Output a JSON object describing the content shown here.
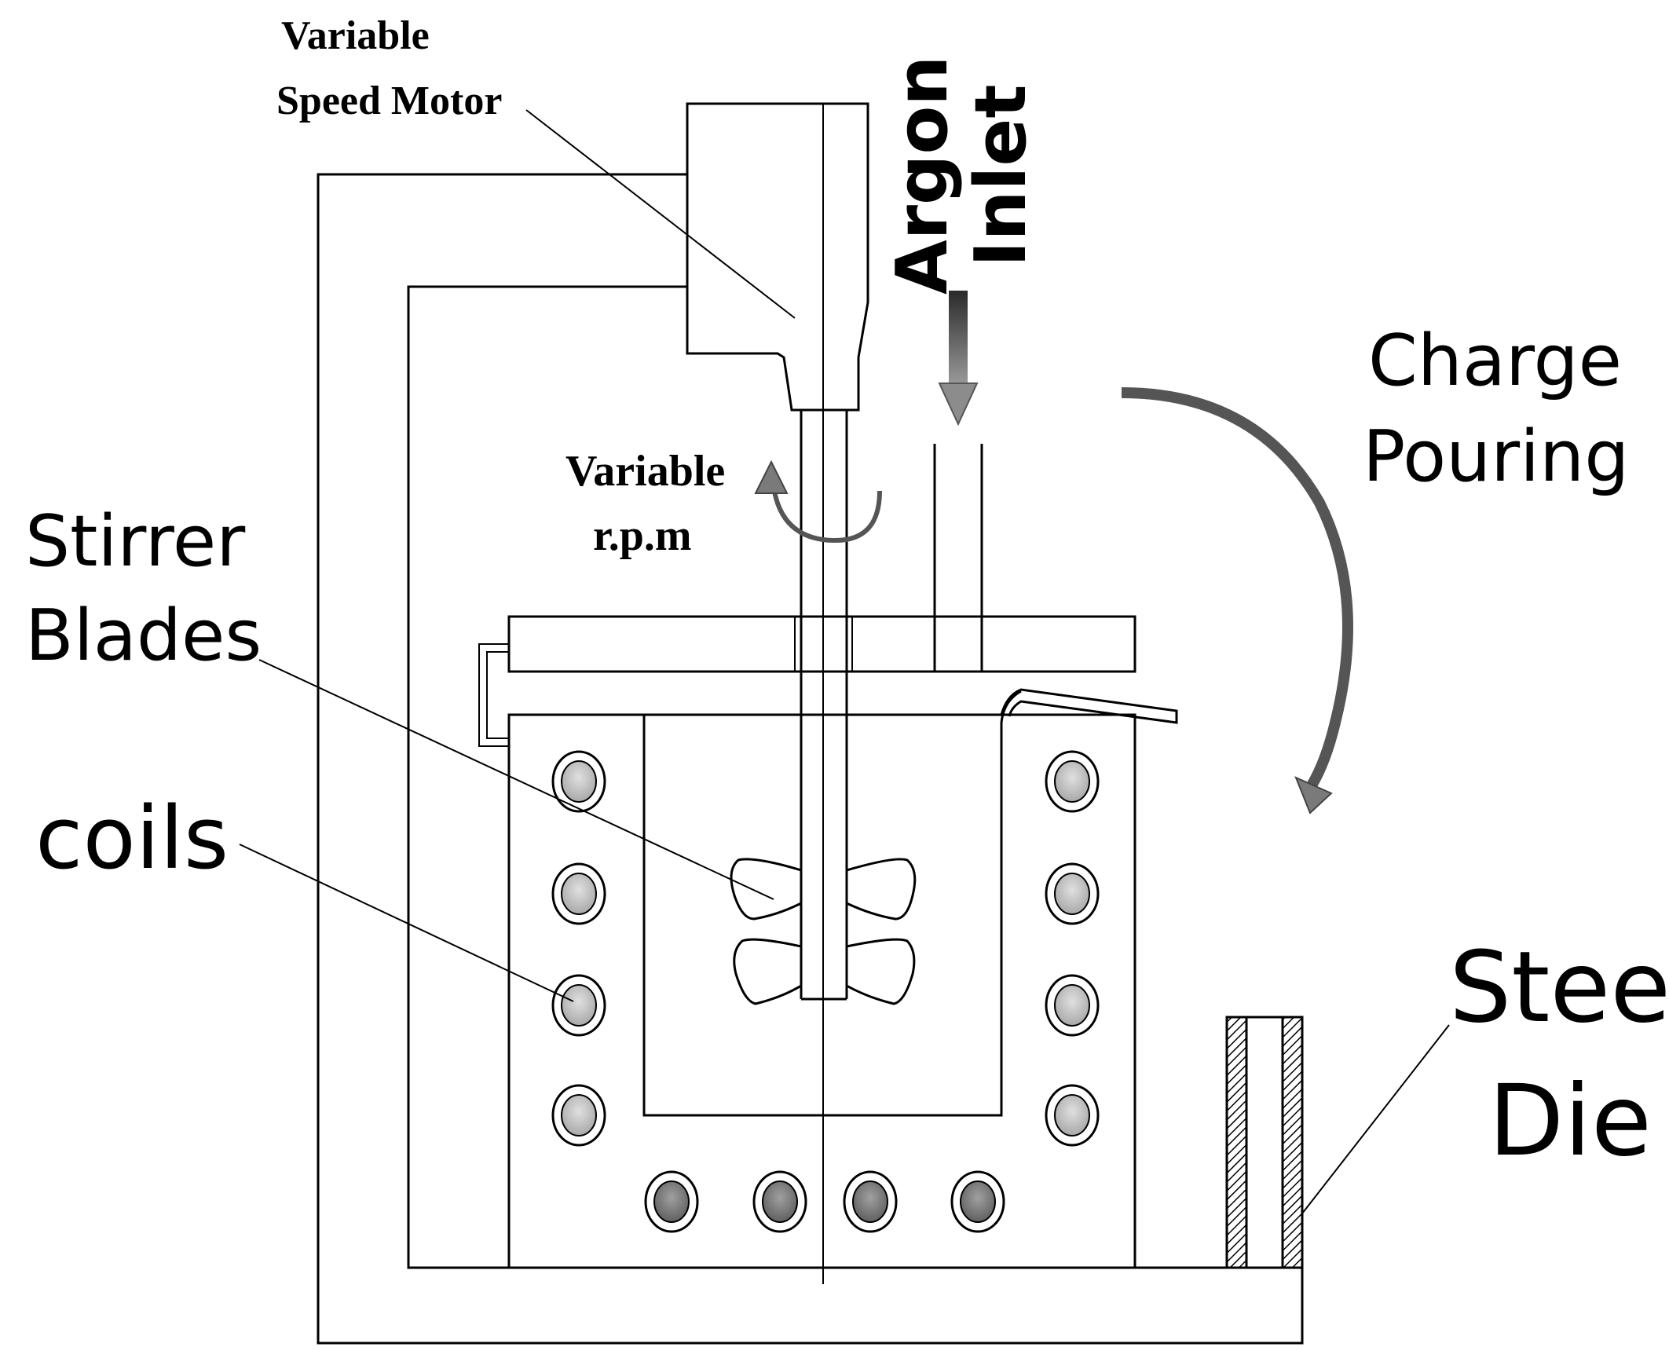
{
  "labels": {
    "motor_line1": "Variable",
    "motor_line2": "Speed Motor",
    "argon_line1": "Argon",
    "argon_line2": "Inlet",
    "charge_line1": "Charge",
    "charge_line2": "Pouring",
    "rpm_line1": "Variable",
    "rpm_line2": "r.p.m",
    "stirrer_line1": "Stirrer",
    "stirrer_line2": "Blades",
    "coils": "coils",
    "die_line1": "Steel",
    "die_line2": "Die"
  },
  "colors": {
    "stroke": "#000000",
    "coil_inner_light": "#c8c8c8",
    "coil_inner_dark": "#8a8a8a",
    "arrow_fill": "#6e6e6e",
    "background": "#ffffff"
  }
}
